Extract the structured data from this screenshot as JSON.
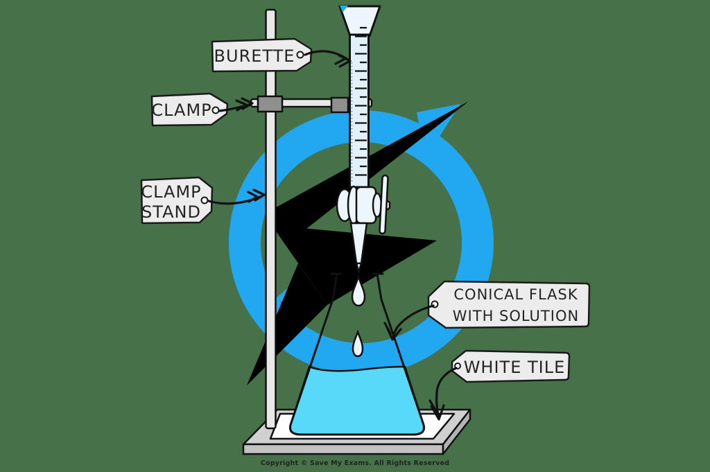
{
  "colors": {
    "background": "#477249",
    "logo_blue": "#21a8f0",
    "logo_black": "#000000",
    "solution": "#59d9f9",
    "glass_fill": "#e2f0fb",
    "glass_light": "#eef6fd",
    "tag_fill": "#ececec",
    "clamp_gray": "#8f8f8f",
    "stand_gray": "#e8e8e8",
    "tile_white": "#fefefe",
    "base_gray": "#d0d0d0",
    "copyright_color": "#15223f"
  },
  "labels": {
    "burette": {
      "text": "BURETTE"
    },
    "clamp": {
      "text": "CLAMP"
    },
    "clamp_stand": {
      "line1": "CLAMP",
      "line2": "STAND"
    },
    "conical_flask": {
      "line1": "CONICAL FLASK",
      "line2": "WITH SOLUTION"
    },
    "white_tile": {
      "text": "WHITE TILE"
    }
  },
  "footer": {
    "copyright": "Copyright © Save My Exams. All Rights Reserved"
  }
}
